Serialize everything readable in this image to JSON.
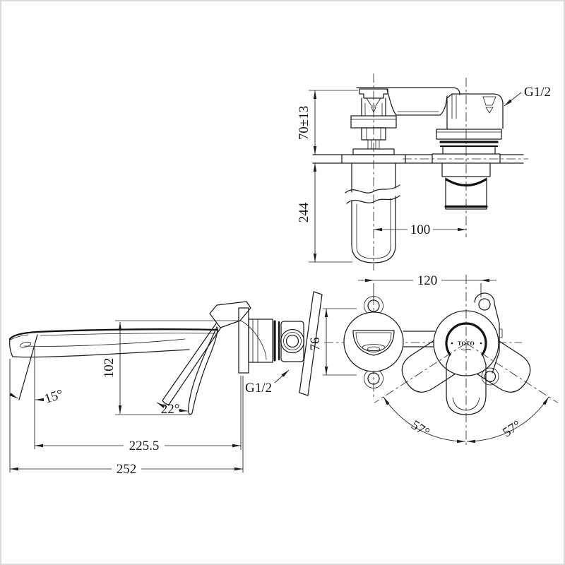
{
  "canvas": {
    "background": "#ffffff",
    "ink": "#1c1c1c",
    "border": "#dadada"
  },
  "views": {
    "valve_side": {
      "above_wall": "70±13",
      "depth": "244",
      "spacing": "100",
      "thread": "G1/2"
    },
    "spout_side": {
      "height": "102",
      "stream_angle": "15°",
      "lever_angle": "22°",
      "reach": "225.5",
      "overall": "252",
      "thread": "G1/2"
    },
    "front": {
      "spacing": "120",
      "escutcheon": "76",
      "swing_left": "57°",
      "swing_right": "57°",
      "logo": "TOTO"
    }
  }
}
